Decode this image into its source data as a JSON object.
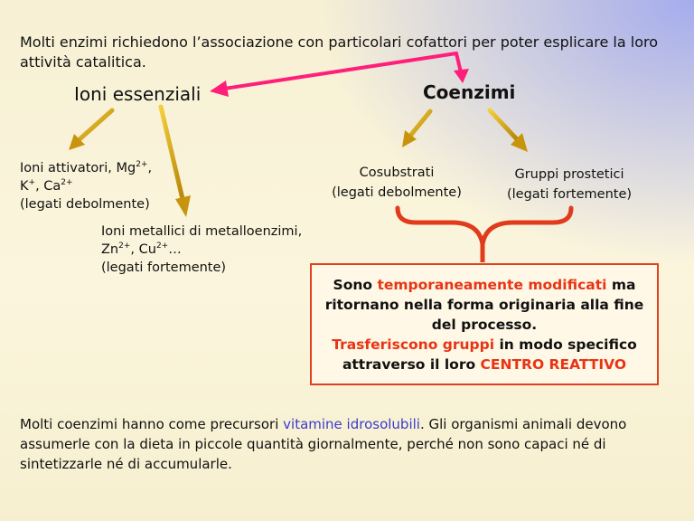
{
  "intro": "Molti enzimi richiedono l’associazione con particolari cofattori per poter esplicare la loro attività catalitica.",
  "ioni_essenziali": "Ioni essenziali",
  "coenzimi": "Coenzimi",
  "ioni_attivatori": {
    "line1_prefix": "Ioni attivatori, Mg",
    "line1_sup": "2+",
    "line1_suffix": ",",
    "line2_k": "K",
    "line2_k_sup": "+",
    "line2_sep": ", Ca",
    "line2_ca_sup": "2+",
    "line3": "(legati debolmente)"
  },
  "ioni_metallici": {
    "line1": "Ioni metallici di metalloenzimi,",
    "line2_zn": "Zn",
    "line2_zn_sup": "2+",
    "line2_sep": ", Cu",
    "line2_cu_sup": "2+",
    "line2_suffix": "…",
    "line3": "(legati fortemente)"
  },
  "cosubstrati": {
    "title": "Cosubstrati",
    "note": "(legati debolmente)"
  },
  "gruppi_prostetici": {
    "title": "Gruppi prostetici",
    "note": "(legati fortemente)"
  },
  "box": {
    "p1_a": "Sono ",
    "p1_red": "temporaneamente modificati",
    "p1_b": " ma ritornano nella forma originaria alla fine del processo.",
    "p2_red": "Trasferiscono gruppi",
    "p2_b": " in modo specifico attraverso il loro ",
    "p2_red2": "CENTRO REATTIVO"
  },
  "bottom": {
    "a": "Molti coenzimi hanno come precursori ",
    "blue": "vitamine idrosolubili",
    "b": ". Gli organismi animali devono assumerle con la dieta in piccole quantità giornalmente, perché non sono capaci né di sintetizzarle né di accumularle."
  },
  "colors": {
    "pink_arrow": "#ff1f7a",
    "gold_arrow": "#d9a514",
    "brace": "#e03c1c",
    "highlight_red": "#e83414",
    "link_blue": "#3a3ad0"
  }
}
